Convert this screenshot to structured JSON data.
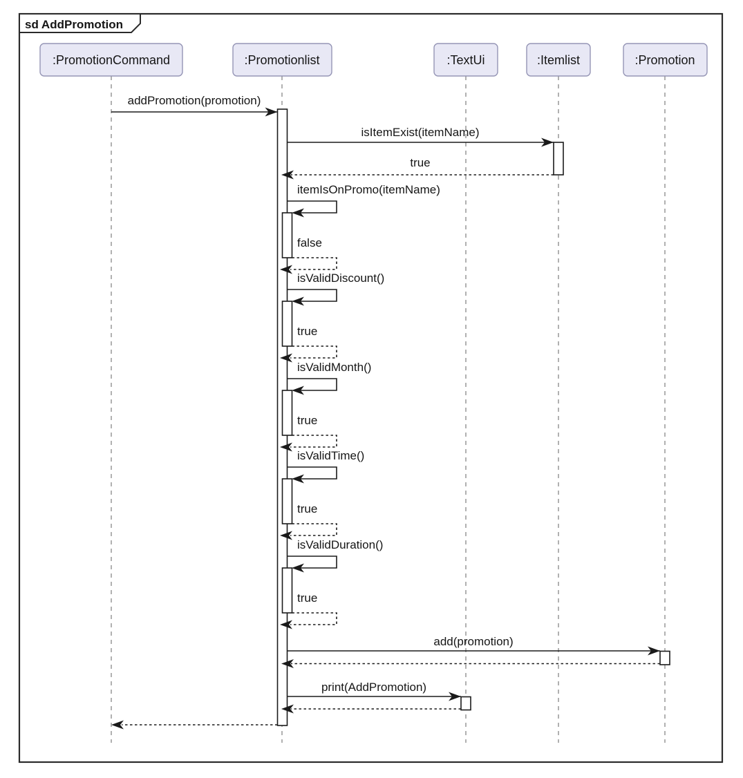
{
  "frame": {
    "title": "sd AddPromotion"
  },
  "participants": [
    {
      "name": ":PromotionCommand"
    },
    {
      "name": ":Promotionlist"
    },
    {
      "name": ":TextUi"
    },
    {
      "name": ":Itemlist"
    },
    {
      "name": ":Promotion"
    }
  ],
  "messages": {
    "addPromotion": {
      "text": "addPromotion(promotion)",
      "kind": "call",
      "from": ":PromotionCommand",
      "to": ":Promotionlist"
    },
    "isItemExist": {
      "text": "isItemExist(itemName)",
      "kind": "call",
      "from": ":Promotionlist",
      "to": ":Itemlist"
    },
    "isItemExistReturn": {
      "text": "true",
      "kind": "return",
      "from": ":Itemlist",
      "to": ":Promotionlist"
    },
    "add": {
      "text": "add(promotion)",
      "kind": "call",
      "from": ":Promotionlist",
      "to": ":Promotion"
    },
    "print": {
      "text": "print(AddPromotion)",
      "kind": "call",
      "from": ":Promotionlist",
      "to": ":TextUi"
    }
  },
  "self_calls": [
    {
      "call": "itemIsOnPromo(itemName)",
      "return": "false"
    },
    {
      "call": "isValidDiscount()",
      "return": "true"
    },
    {
      "call": "isValidMonth()",
      "return": "true"
    },
    {
      "call": "isValidTime()",
      "return": "true"
    },
    {
      "call": "isValidDuration()",
      "return": "true"
    }
  ],
  "colors": {
    "background": "#ffffff",
    "participant_fill": "#e8e8f5",
    "participant_border": "#9595b5",
    "line": "#1a1a1a",
    "lifeline": "#7d7d7d",
    "frame_border": "#2a2a2a"
  }
}
